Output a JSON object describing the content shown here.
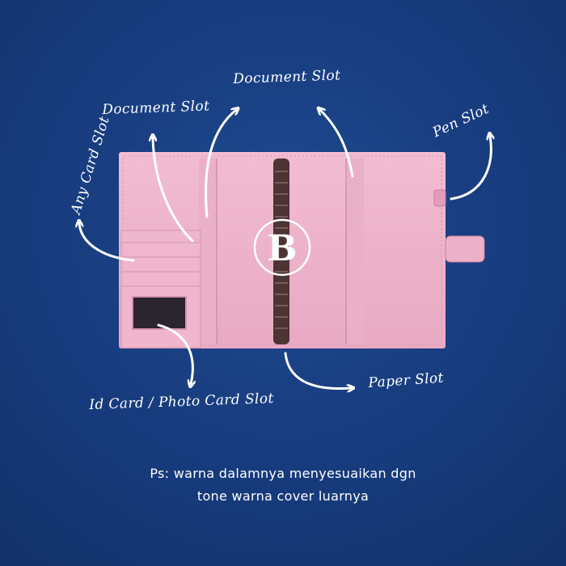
{
  "colors": {
    "background": "#163a7c",
    "planner_pink": "#efb4cc",
    "planner_pink_dark": "#e3a2bd",
    "binder_rings": "#5a3a3a",
    "label_color": "#ffffff"
  },
  "icons": {
    "arrows": "curved-arrow-icon",
    "logo": "b-monogram-logo"
  },
  "labels": {
    "any_card_slot": "Any Card Slot",
    "document_slot_left": "Document Slot",
    "document_slot_top": "Document Slot",
    "pen_slot": "Pen Slot",
    "id_card_slot": "Id Card / Photo Card Slot",
    "paper_slot": "Paper Slot"
  },
  "caption": {
    "line1": "Ps: warna dalamnya menyesuaikan dgn",
    "line2": "tone warna cover luarnya"
  },
  "logo": {
    "letter": "B"
  }
}
